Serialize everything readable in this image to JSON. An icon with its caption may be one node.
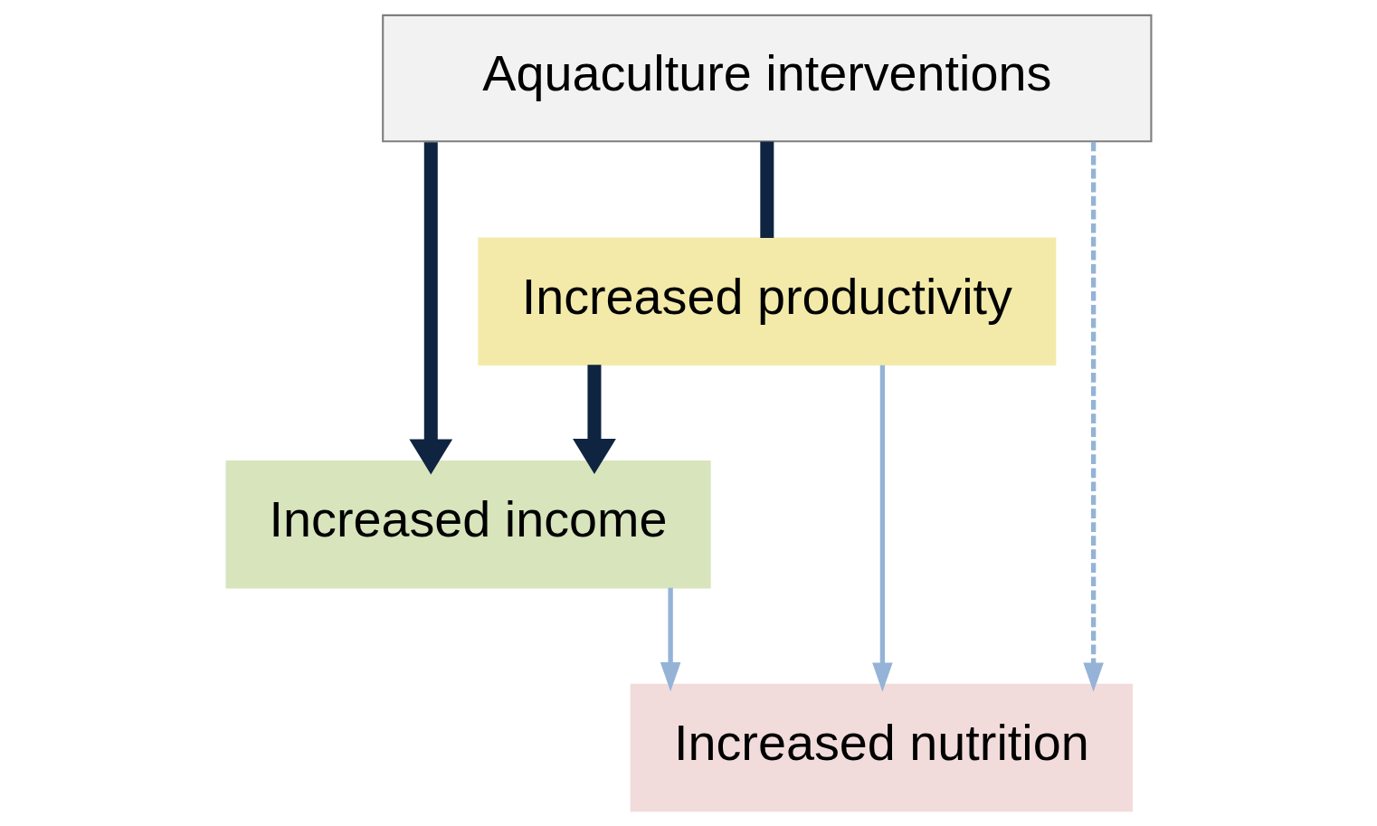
{
  "diagram": {
    "nodes": [
      {
        "text": [
          "Aquaculture interventions"
        ]
      },
      {
        "text": [
          "Increased productivity"
        ]
      },
      {
        "text": [
          "Increased income"
        ]
      },
      {
        "text": [
          "Increased nutrition"
        ]
      }
    ],
    "edges": [
      {
        "from": 0,
        "to": 1,
        "arrow": "none",
        "style": "thick",
        "color": "#0f2440"
      },
      {
        "from": 0,
        "to": 2,
        "arrow": "to",
        "style": "thick",
        "color": "#0f2440"
      },
      {
        "from": 1,
        "to": 2,
        "arrow": "to",
        "style": "thick",
        "color": "#0f2440"
      },
      {
        "from": 1,
        "to": 3,
        "arrow": "to",
        "color": "#95b3d7"
      },
      {
        "from": 2,
        "to": 3,
        "arrow": "to",
        "color": "#95b3d7"
      },
      {
        "from": 0,
        "to": 3,
        "arrow": "to",
        "style": "dashed",
        "color": "#95b3d7"
      }
    ]
  }
}
